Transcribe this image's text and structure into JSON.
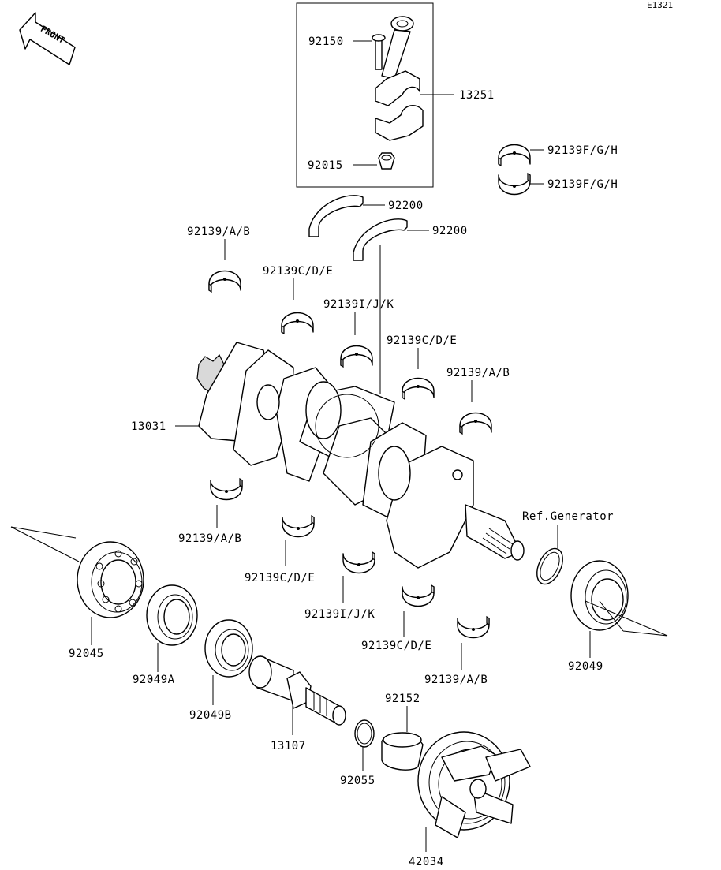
{
  "diagram_code": "E1321",
  "front_label": "FRONT",
  "ref_label": "Ref.Generator",
  "labels": {
    "p13251": "13251",
    "p92150": "92150",
    "p92015": "92015",
    "p92139fgh_top": "92139F/G/H",
    "p92139fgh_bottom": "92139F/G/H",
    "p92200_a": "92200",
    "p92200_b": "92200",
    "p92139ab_1": "92139/A/B",
    "p92139cde_1": "92139C/D/E",
    "p92139ijk_1": "92139I/J/K",
    "p92139cde_2": "92139C/D/E",
    "p92139ab_2": "92139/A/B",
    "p13031": "13031",
    "p92139ab_3": "92139/A/B",
    "p92139cde_3": "92139C/D/E",
    "p92139ijk_2": "92139I/J/K",
    "p92139cde_4": "92139C/D/E",
    "p92139ab_4": "92139/A/B",
    "p92045": "92045",
    "p92049a": "92049A",
    "p92049b": "92049B",
    "p13107": "13107",
    "p92055": "92055",
    "p92152": "92152",
    "p42034": "42034",
    "p92049": "92049"
  }
}
